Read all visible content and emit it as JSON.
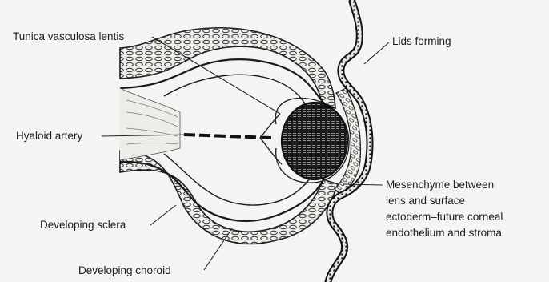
{
  "labels": {
    "tunica_vasculosa_lentis": "Tunica vasculosa lentis",
    "hyaloid_artery": "Hyaloid artery",
    "developing_sclera": "Developing sclera",
    "developing_choroid": "Developing choroid",
    "lids_forming": "Lids forming",
    "mesenchyme": [
      "Mesenchyme between",
      "lens and surface",
      "ectoderm–future corneal",
      "endothelium and stroma"
    ]
  }
}
